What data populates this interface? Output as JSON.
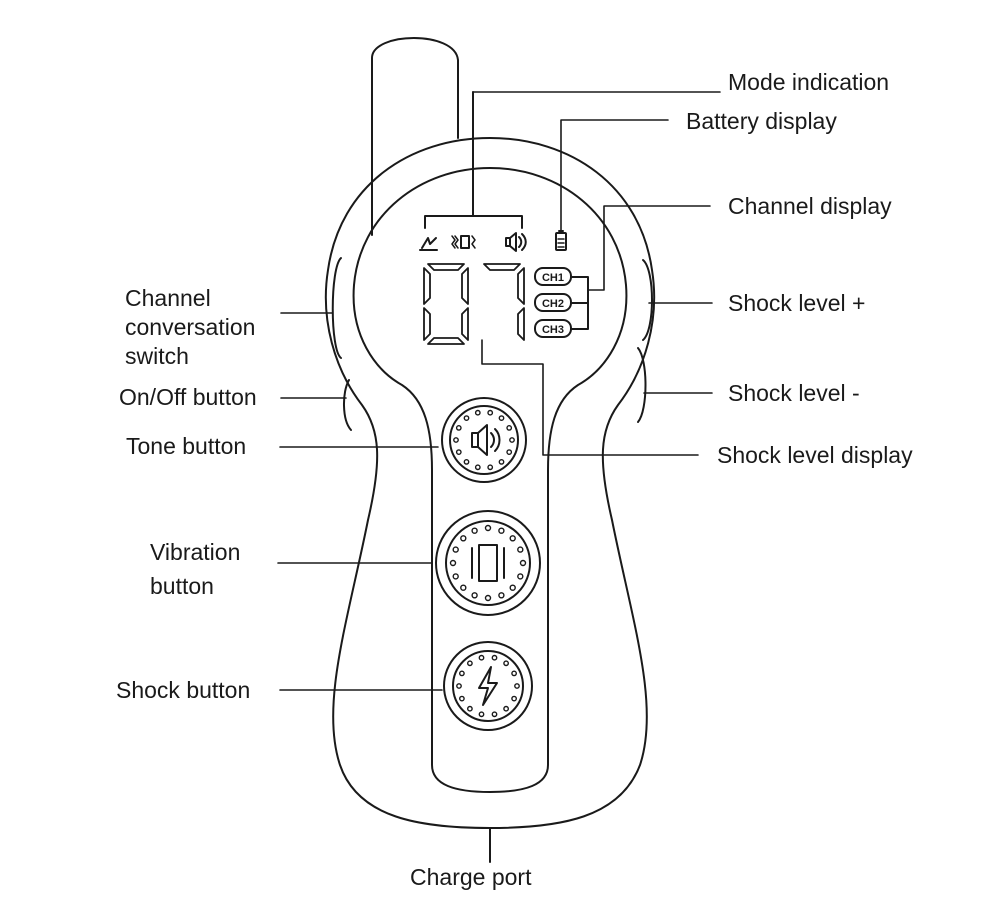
{
  "labels": {
    "mode_indication": "Mode indication",
    "battery_display": "Battery display",
    "channel_display": "Channel display",
    "shock_level_plus": "Shock level +",
    "shock_level_minus": "Shock level -",
    "shock_level_display": "Shock level display",
    "channel_switch": [
      "Channel",
      "conversation",
      "switch"
    ],
    "on_off_button": "On/Off button",
    "tone_button": "Tone button",
    "vibration_button": [
      "Vibration",
      "button"
    ],
    "shock_button": "Shock button",
    "charge_port": "Charge port"
  },
  "lcd": {
    "digits": "07",
    "channels": [
      "CH1",
      "CH2",
      "CH3"
    ]
  },
  "icons": {
    "shock_mode": "lightning-icon",
    "vibration_mode": "vibration-icon",
    "tone_mode": "speaker-icon",
    "battery": "battery-icon",
    "tone_button": "speaker-icon",
    "vibration_button": "vibration-icon",
    "shock_button": "lightning-icon"
  },
  "colors": {
    "stroke": "#1a1a1a",
    "background": "#ffffff"
  }
}
